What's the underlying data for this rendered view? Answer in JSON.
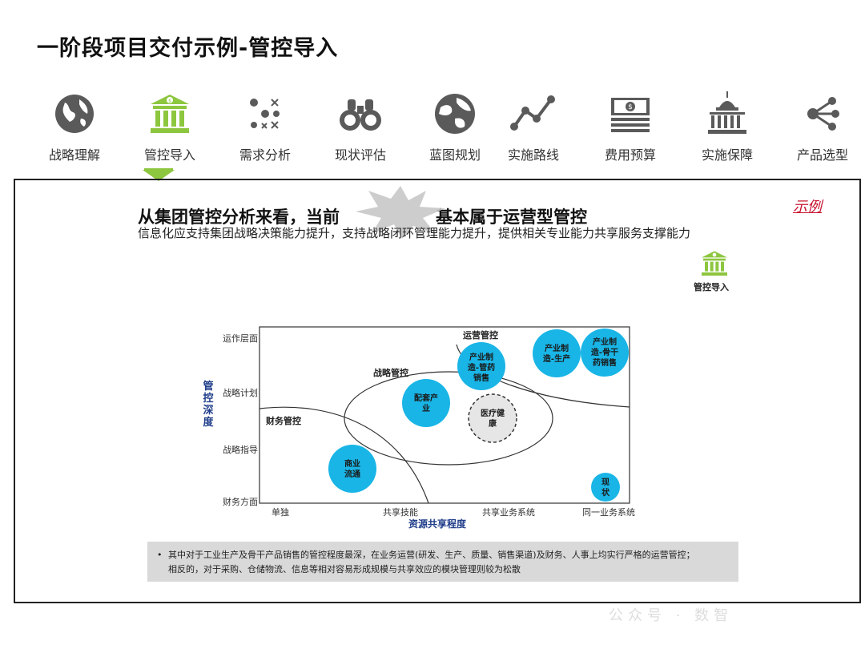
{
  "page": {
    "title": "一阶段项目交付示例-管控导入"
  },
  "nav": {
    "items": [
      {
        "label": "战略理解",
        "icon": "globe-icon"
      },
      {
        "label": "管控导入",
        "icon": "bank-icon",
        "active": true
      },
      {
        "label": "需求分析",
        "icon": "network-dots-icon"
      },
      {
        "label": "现状评估",
        "icon": "binoculars-icon"
      },
      {
        "label": "蓝图规划",
        "icon": "world-map-icon"
      },
      {
        "label": "实施路线",
        "icon": "line-chart-icon"
      },
      {
        "label": "费用预算",
        "icon": "money-icon"
      },
      {
        "label": "实施保障",
        "icon": "capitol-icon"
      },
      {
        "label": "产品选型",
        "icon": "share-icon"
      }
    ],
    "active_color": "#8dc63f",
    "icon_color": "#5a5a5a"
  },
  "content": {
    "headline_a": "从集团管控分析来看，当前",
    "headline_b": "基本属于运营型管控",
    "subline": "信息化应支持集团战略决策能力提升，支持战略闭环管理能力提升，提供相关专业能力共享服务支撑能力",
    "sample_tag": "示例",
    "mini_icon_label": "管控导入",
    "accent_red": "#c8102e"
  },
  "diagram": {
    "y_axis_title": "管控深度",
    "x_axis_title": "资源共享程度",
    "y_ticks": [
      "运作层面",
      "战略计划",
      "战略指导",
      "财务方面"
    ],
    "x_ticks": [
      "单独",
      "共享技能",
      "共享业务系统",
      "同一业务系统"
    ],
    "region_labels": {
      "operation": "运营管控",
      "strategy": "战略管控",
      "finance": "财务管控"
    },
    "bubbles": [
      {
        "label": "产业制造-管药销售",
        "style": "solid"
      },
      {
        "label": "产业制造-生产",
        "style": "solid"
      },
      {
        "label": "产业制造-骨干药销售",
        "style": "solid"
      },
      {
        "label": "配套产业",
        "style": "solid"
      },
      {
        "label": "医疗健康",
        "style": "dashed"
      },
      {
        "label": "商业流通",
        "style": "solid"
      },
      {
        "label": "现状",
        "style": "solid"
      }
    ],
    "bubble_color": "#19b5e6",
    "axis_title_color": "#1f3d8a"
  },
  "note": {
    "bullet": "•",
    "line1": "其中对于工业生产及骨干产品销售的管控程度最深，在业务运营(研发、生产、质量、销售渠道)及财务、人事上均实行严格的运营管控；",
    "line2": "相反的，对于采购、仓储物流、信息等相对容易形成规模与共享效应的模块管理则较为松散"
  },
  "watermark": "公众号 · 数智"
}
